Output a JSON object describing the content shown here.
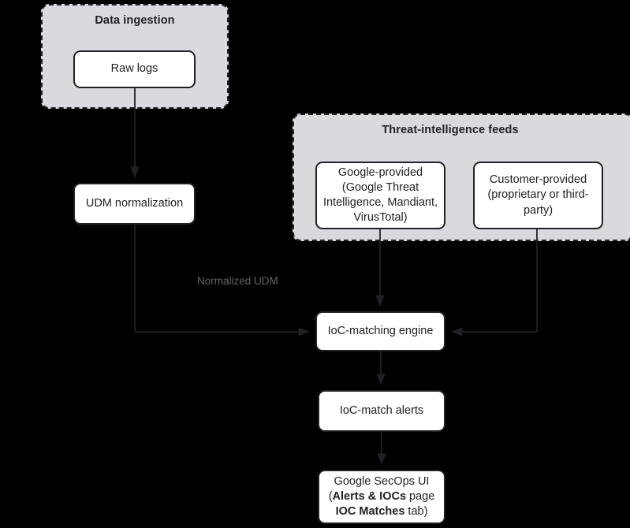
{
  "diagram": {
    "type": "flowchart",
    "background_color": "#000000",
    "node_fill": "#ffffff",
    "node_border_color": "#202124",
    "cluster_fill": "#d9dadd",
    "cluster_border_color": "#202124",
    "edge_color": "#202124",
    "edge_label_color": "#5f6368",
    "clusters": [
      {
        "id": "data-ingestion",
        "title": "Data ingestion"
      },
      {
        "id": "threat-intelligence-feeds",
        "title": "Threat-intelligence feeds"
      }
    ],
    "nodes": [
      {
        "id": "raw-logs",
        "label": "Raw logs"
      },
      {
        "id": "udm-normalization",
        "label": "UDM normalization"
      },
      {
        "id": "google-provided-feed",
        "label": "Google-provided (Google Threat Intelligence, Mandiant, VirusTotal)",
        "lines": [
          "Google-provided",
          "(Google Threat",
          "Intelligence, Mandiant,",
          "VirusTotal)"
        ]
      },
      {
        "id": "customer-provided-feed",
        "label": "Customer-provided (proprietary or third-party)",
        "lines": [
          "Customer-provided",
          "(proprietary or third-",
          "party)"
        ]
      },
      {
        "id": "ioc-matching-engine",
        "label": "IoC-matching engine"
      },
      {
        "id": "ioc-match-alerts",
        "label": "IoC-match alerts"
      },
      {
        "id": "google-secops-ui",
        "label": "Google SecOps UI (Alerts & IOCs page IOC Matches tab)",
        "line1": "Google SecOps UI",
        "line2_prefix": "(",
        "line2_bold": "Alerts & IOCs",
        "line2_suffix": " page",
        "line3_bold": "IOC Matches",
        "line3_suffix": " tab)"
      }
    ],
    "edges": [
      {
        "id": "raw-logs-to-udm",
        "from": "raw-logs",
        "to": "udm-normalization",
        "label": ""
      },
      {
        "id": "udm-to-engine",
        "from": "udm-normalization",
        "to": "ioc-matching-engine",
        "label": "Normalized UDM"
      },
      {
        "id": "google-feed-to-engine",
        "from": "google-provided-feed",
        "to": "ioc-matching-engine",
        "label": ""
      },
      {
        "id": "customer-feed-to-engine",
        "from": "customer-provided-feed",
        "to": "ioc-matching-engine",
        "label": ""
      },
      {
        "id": "engine-to-alerts",
        "from": "ioc-matching-engine",
        "to": "ioc-match-alerts",
        "label": ""
      },
      {
        "id": "alerts-to-ui",
        "from": "ioc-match-alerts",
        "to": "google-secops-ui",
        "label": ""
      }
    ]
  }
}
